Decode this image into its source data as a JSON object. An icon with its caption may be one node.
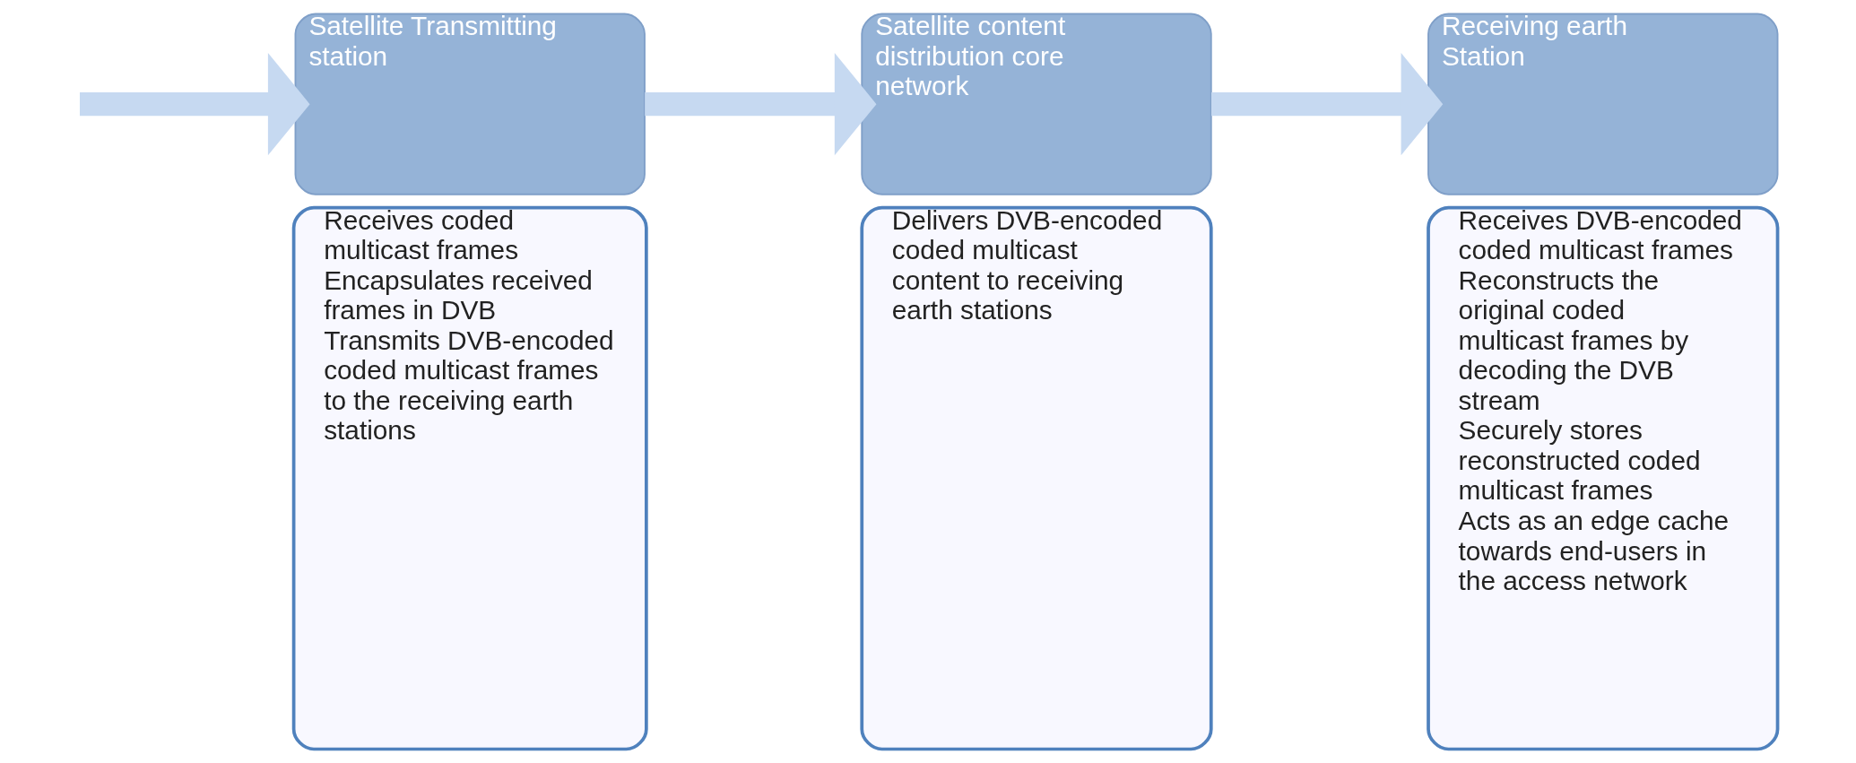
{
  "diagram": {
    "nodes": [
      {
        "text": [
          "Satellite Transmitting station"
        ]
      },
      {
        "text": [
          "Receives coded multicast frames",
          "Encapsulates received frames in DVB",
          "Transmits DVB-encoded coded multicast frames to the receiving earth stations"
        ]
      },
      {
        "text": [
          "Satellite content distribution core network"
        ]
      },
      {
        "text": [
          "Delivers DVB-encoded coded multicast content to receiving earth stations"
        ]
      },
      {
        "text": [
          "Receiving earth Station"
        ]
      },
      {
        "text": [
          "Receives DVB-encoded coded multicast frames",
          "Reconstructs the original coded multicast frames by decoding the DVB stream",
          "Securely stores reconstructed coded multicast frames",
          "Acts as an edge cache towards end-users in the access network"
        ]
      }
    ],
    "edges": [
      {
        "from": null,
        "to": 0,
        "arrow": "to"
      },
      {
        "from": 0,
        "to": 2,
        "arrow": "to"
      },
      {
        "from": 2,
        "to": 4,
        "arrow": "to"
      }
    ]
  }
}
